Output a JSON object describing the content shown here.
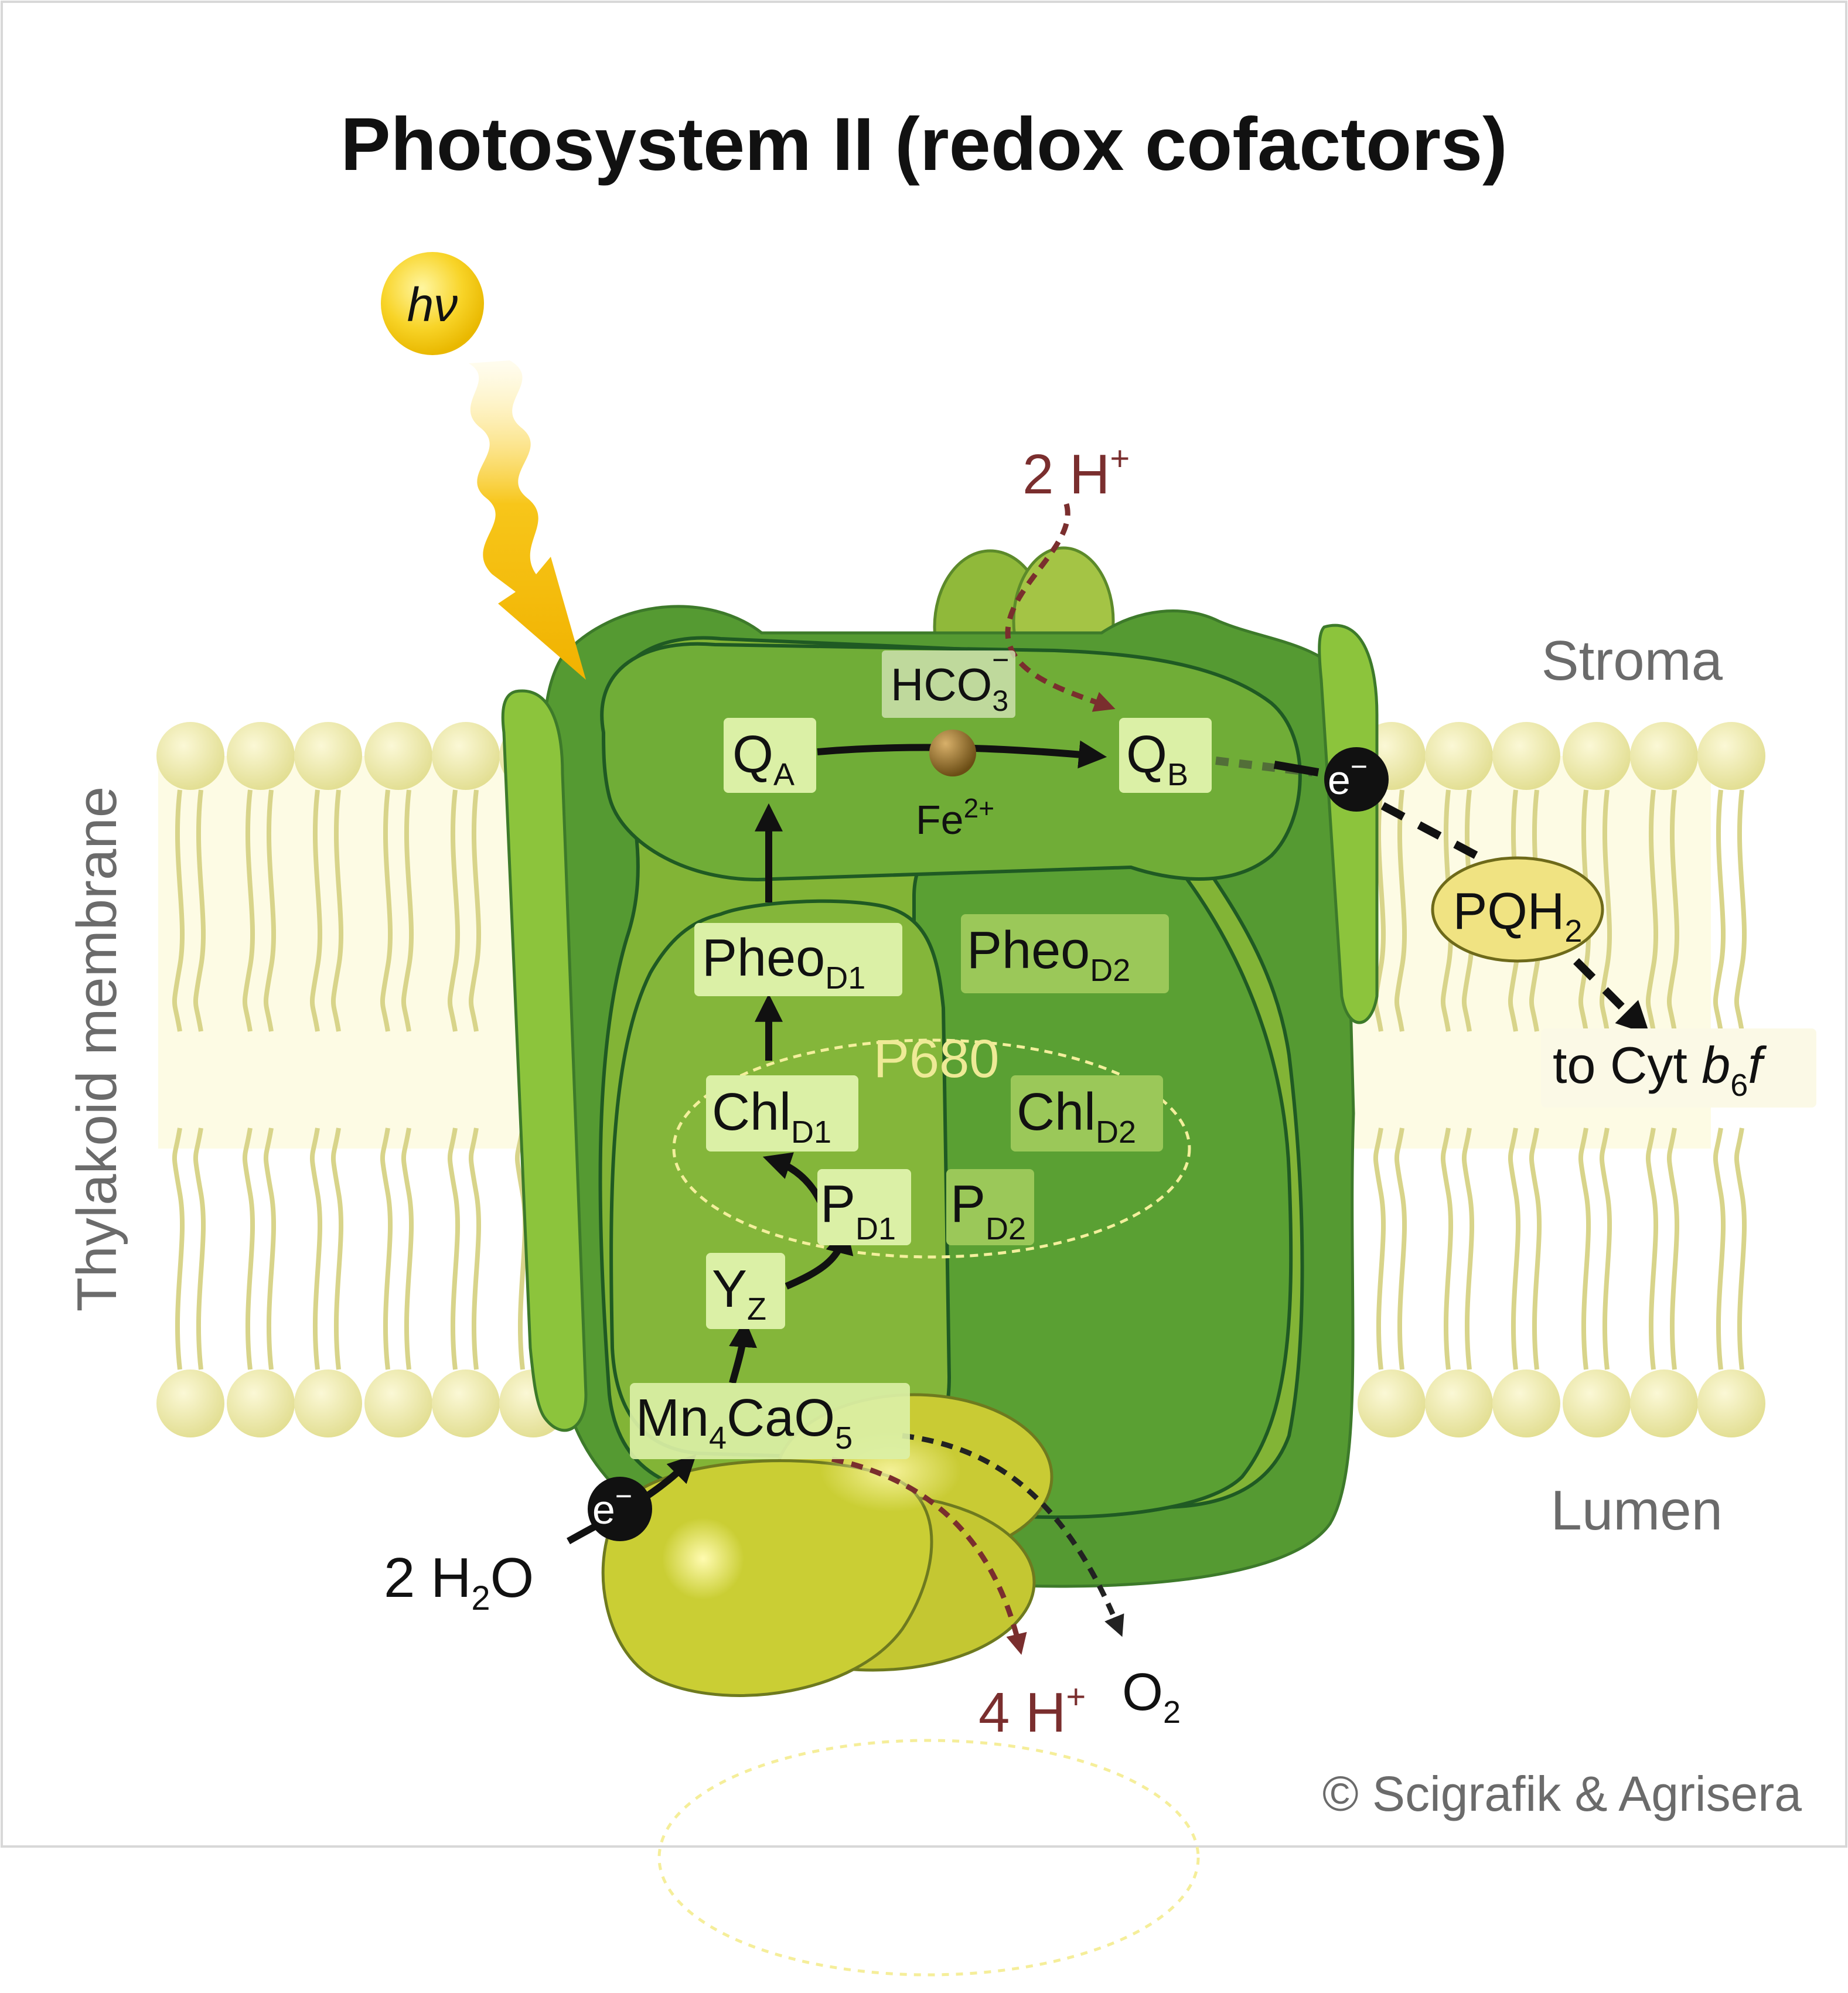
{
  "title": "Photosystem II (redox cofactors)",
  "labels": {
    "stroma": "Stroma",
    "lumen": "Lumen",
    "membrane": "Thylakoid membrane",
    "copyright": "© Scigrafik & Agrisera",
    "p680": "P680",
    "fe": "Fe",
    "fe_sup": "2+",
    "hv_h": "h",
    "hv_nu": "ν",
    "electron": "e",
    "electron_sup": "−",
    "h_top": "2 H",
    "h_top_sup": "+",
    "h_bottom": "4 H",
    "h_bottom_sup": "+",
    "water_pre": "2 H",
    "water_sub": "2",
    "water_post": "O",
    "o2": "O",
    "o2_sub": "2",
    "cyt_pre": "to Cyt ",
    "cyt_b": "b",
    "cyt_sub": "6",
    "cyt_f": "f"
  },
  "cofactors": {
    "qa": {
      "main": "Q",
      "sub": "A"
    },
    "qb": {
      "main": "Q",
      "sub": "B"
    },
    "hco3": {
      "main": "HCO",
      "sub": "3",
      "sup": "−"
    },
    "pheo_d1": {
      "main": "Pheo",
      "sub": "D1"
    },
    "pheo_d2": {
      "main": "Pheo",
      "sub": "D2"
    },
    "chl_d1": {
      "main": "Chl",
      "sub": "D1"
    },
    "chl_d2": {
      "main": "Chl",
      "sub": "D2"
    },
    "p_d1": {
      "main": "P",
      "sub": "D1"
    },
    "p_d2": {
      "main": "P",
      "sub": "D2"
    },
    "yz": {
      "main": "Y",
      "sub": "Z"
    },
    "mn": {
      "main": "Mn",
      "sub1": "4",
      "mid": "CaO",
      "sub2": "5"
    },
    "pqh2": {
      "main": "PQH",
      "sub": "2"
    }
  },
  "colors": {
    "protein_dark": "#559a32",
    "protein_mid": "#72ab38",
    "protein_light": "#8ebe3c",
    "outline": "#1f5a23",
    "lipid": "#ece9a8",
    "membrane_bg": "#fdfbe4",
    "oec": "#c9cb34",
    "proton_arrow": "#7a2e2e",
    "label_box": "#dbf0a6",
    "gray_text": "#6b6b6b"
  }
}
